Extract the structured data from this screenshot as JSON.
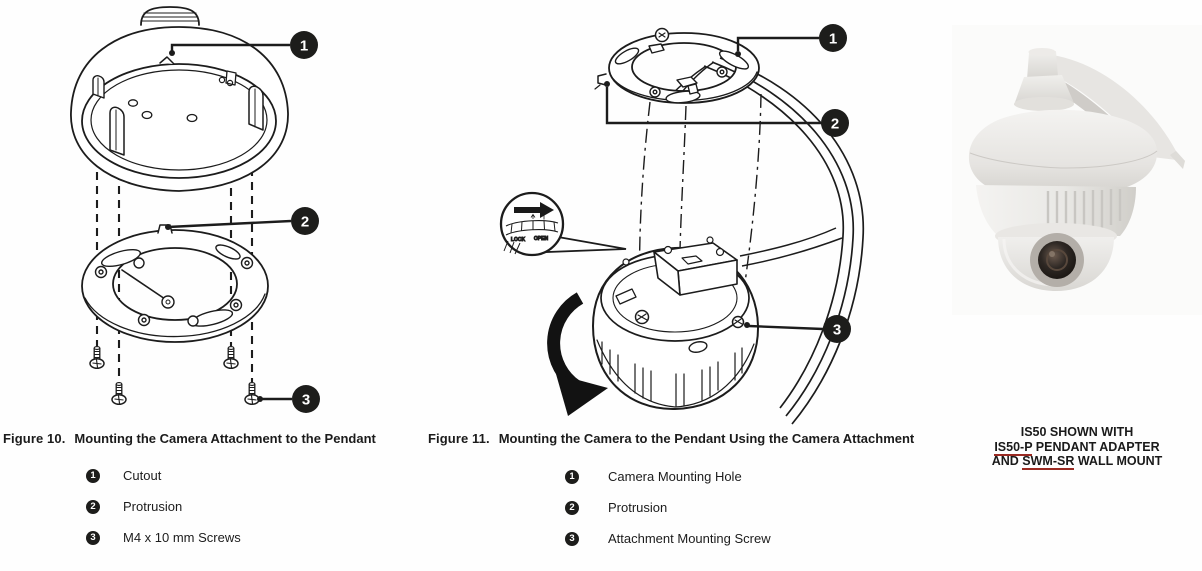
{
  "figure10": {
    "caption_label": "Figure 10.",
    "caption_text": "Mounting the Camera Attachment to the Pendant",
    "callouts": [
      "1",
      "2",
      "3"
    ],
    "legend": [
      {
        "num": "1",
        "label": "Cutout"
      },
      {
        "num": "2",
        "label": "Protrusion"
      },
      {
        "num": "3",
        "label": "M4 x 10 mm Screws"
      }
    ]
  },
  "figure11": {
    "caption_label": "Figure 11.",
    "caption_text": "Mounting the Camera to the Pendant Using the Camera Attachment",
    "callouts": [
      "1",
      "2",
      "3"
    ],
    "inset": {
      "lock_label": "LOCK",
      "open_label": "OPEN"
    },
    "legend": [
      {
        "num": "1",
        "label": "Camera Mounting Hole"
      },
      {
        "num": "2",
        "label": "Protrusion"
      },
      {
        "num": "3",
        "label": "Attachment Mounting Screw"
      }
    ]
  },
  "product_photo": {
    "caption_line1": "IS50 SHOWN WITH",
    "caption_line2_link": "IS50-P",
    "caption_line2_rest": " PENDANT ADAPTER",
    "caption_line3_prefix": "AND ",
    "caption_line3_link": "SWM-SR",
    "caption_line3_rest": " WALL MOUNT"
  },
  "colors": {
    "ink": "#1c1c1c",
    "callout_fill": "#1d1d1b",
    "link_underline": "#9a2a22"
  }
}
